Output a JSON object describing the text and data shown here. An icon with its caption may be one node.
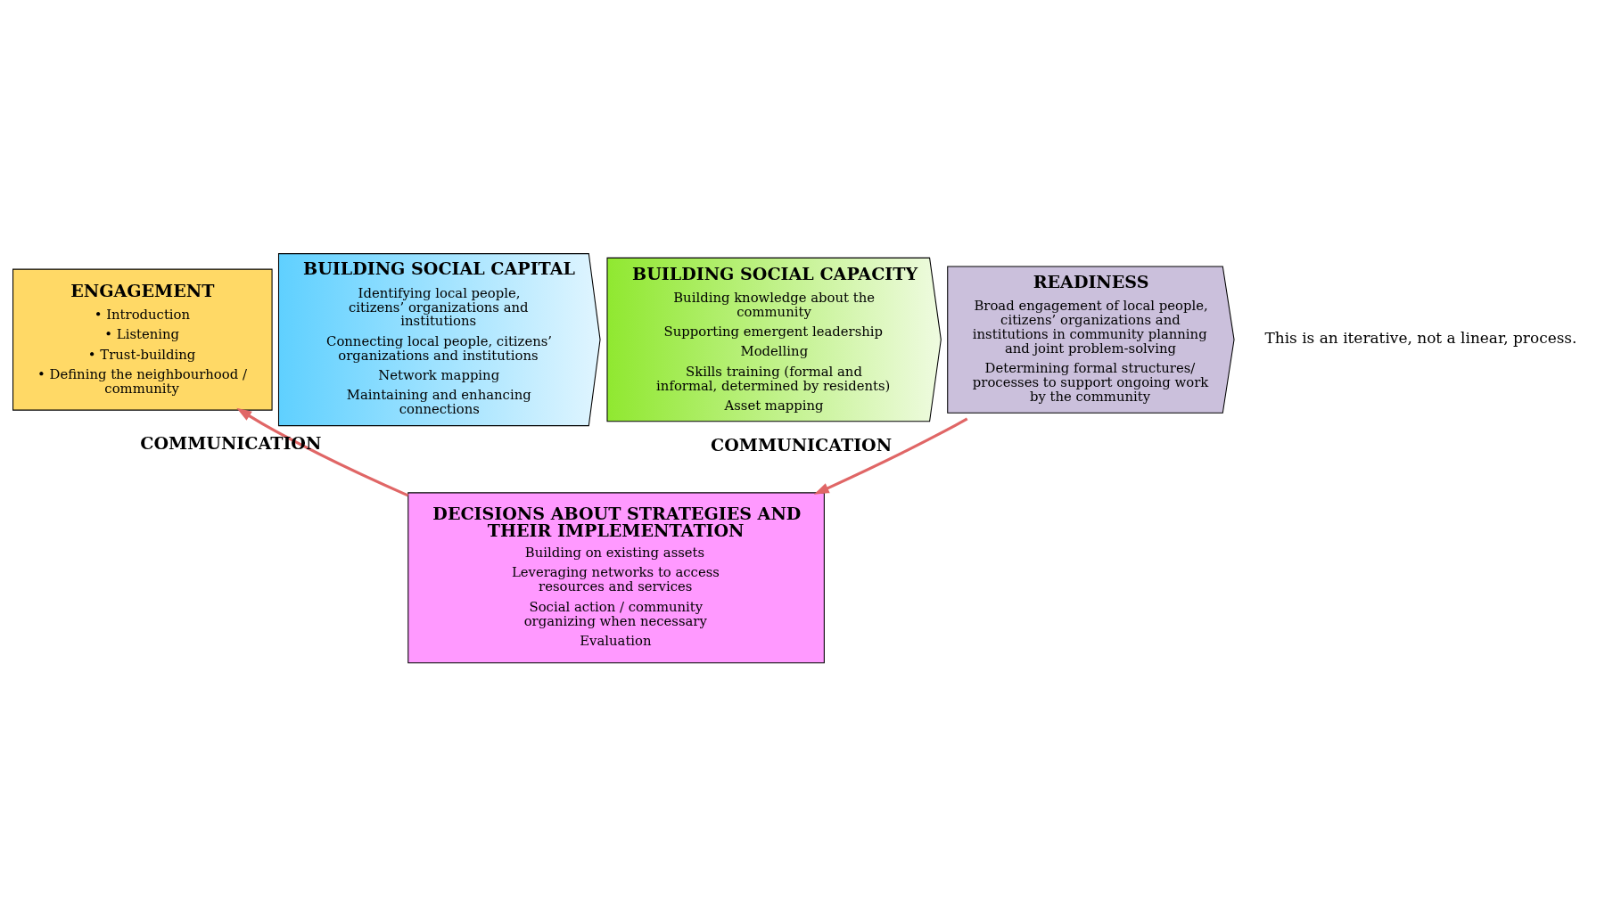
{
  "diagram": {
    "nodes": [
      {
        "text": [
          "ENGAGEMENT",
          "• Introduction",
          "• Listening",
          "• Trust-building",
          "• Defining the neighbourhood / community"
        ]
      },
      {
        "text": [
          "BUILDING SOCIAL CAPITAL",
          "Identifying local people, citizens’ organizations and institutions",
          "Connecting local people, citizens’ organizations and institutions",
          "Network mapping",
          "Maintaining and enhancing connections"
        ]
      },
      {
        "text": [
          "BUILDING SOCIAL CAPACITY",
          "Building knowledge about the community",
          "Supporting emergent leadership",
          "Modelling",
          "Skills training (formal and informal, determined by residents)",
          "Asset mapping"
        ]
      },
      {
        "text": [
          "READINESS",
          "Broad engagement of local people, citizens’ organizations and institutions in community planning and joint problem-solving",
          "Determining formal structures/ processes to support ongoing work by the community"
        ]
      },
      {
        "text": [
          "DECISIONS ABOUT STRATEGIES AND THEIR IMPLEMENTATION",
          "Building on existing assets",
          "Leveraging networks to access resources and services",
          "Social action / community organizing when necessary",
          "Evaluation"
        ]
      }
    ],
    "edges": [
      {
        "from": 3,
        "to": 4,
        "arrow": "to",
        "label": "COMMUNICATION",
        "color": "#e06666"
      },
      {
        "from": 4,
        "to": 0,
        "arrow": "to",
        "label": "COMMUNICATION",
        "color": "#e06666"
      }
    ],
    "labels": [
      "This is an iterative, not a linear, process."
    ]
  }
}
